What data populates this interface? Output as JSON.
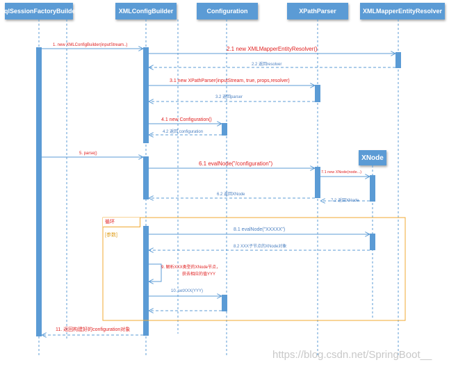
{
  "lifelines": [
    {
      "id": "ssfb",
      "label": "SqlSessionFactoryBuilder"
    },
    {
      "id": "xcb",
      "label": "XMLConfigBuilder"
    },
    {
      "id": "cfg",
      "label": "Configuration"
    },
    {
      "id": "xpp",
      "label": "XPathParser"
    },
    {
      "id": "xmer",
      "label": "XMLMapperEntityResolver"
    }
  ],
  "xnode_label": "XNode",
  "messages": {
    "m1": "1. new XMLConfigBuilder(inputStream..)",
    "m21": "2.1 new XMLMapperEntityResolver()",
    "m22": "2.2 返回resolver",
    "m31": "3.1 new XPathParser(inputStream, true, props,resolver)",
    "m32": "3.2  返回parser",
    "m41": "4.1 new Configuration()",
    "m42": "4.2 返回 configuration",
    "m5": "5. parse()",
    "m61": "6.1  evalNode(\"/configuration\")",
    "m62": "6.2 返回XNode",
    "m71": "7.1 new XNode(node...)",
    "m72": "7.2 返回XNode",
    "m81": "8.1 evalNode(\"XXXXX\")",
    "m82": "8.2 XXX子节点的XNode对象",
    "m9a": "9. 解析XXX类型的XNode节点，",
    "m9b": "获去相应的值YYY",
    "m10": "10. setXXX(YYY)",
    "m11": "11. 返回构建好的configuration对象"
  },
  "loop": {
    "title": "循环",
    "condition": "[参数]"
  },
  "watermark": "https://blog.csdn.net/SpringBoot__",
  "colors": {
    "lifeline": "#5b9bd5",
    "arrow": "#5b9bd5",
    "loop": "#f0a830",
    "text_red": "#e02020",
    "text_blue": "#4a7fc0"
  }
}
